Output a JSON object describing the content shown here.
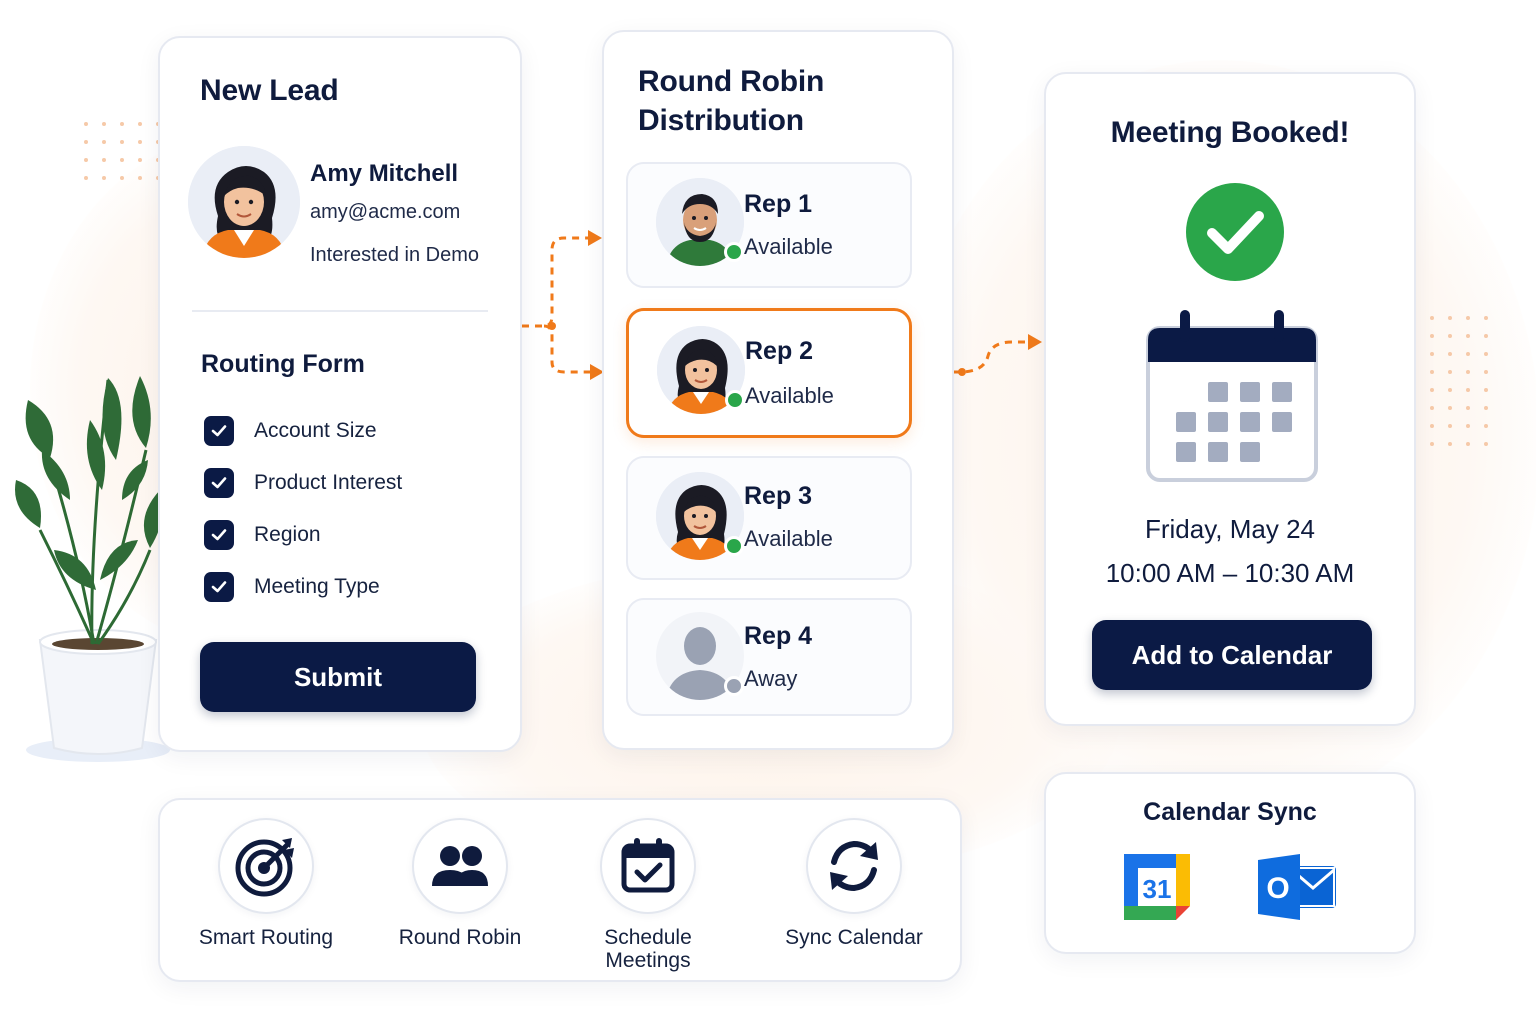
{
  "lead_card": {
    "title": "New Lead",
    "lead": {
      "name": "Amy Mitchell",
      "email": "amy@acme.com",
      "interest": "Interested in Demo"
    },
    "routing_form": {
      "title": "Routing Form",
      "fields": [
        {
          "label": "Account Size",
          "checked": true
        },
        {
          "label": "Product Interest",
          "checked": true
        },
        {
          "label": "Region",
          "checked": true
        },
        {
          "label": "Meeting Type",
          "checked": true
        }
      ]
    },
    "submit_label": "Submit"
  },
  "distribution": {
    "title_line1": "Round Robin",
    "title_line2": "Distribution",
    "reps": [
      {
        "name": "Rep 1",
        "status": "Available",
        "status_color": "#2aa64a",
        "selected": false
      },
      {
        "name": "Rep 2",
        "status": "Available",
        "status_color": "#2aa64a",
        "selected": true
      },
      {
        "name": "Rep 3",
        "status": "Available",
        "status_color": "#2aa64a",
        "selected": false
      },
      {
        "name": "Rep 4",
        "status": "Away",
        "status_color": "#9aa2b3",
        "selected": false
      }
    ]
  },
  "booking": {
    "title": "Meeting Booked!",
    "date": "Friday, May 24",
    "time": "10:00 AM – 10:30 AM",
    "add_label": "Add to Calendar",
    "check_icon": "check-circle-icon",
    "calendar_icon": "calendar-icon"
  },
  "features": [
    {
      "icon": "target-icon",
      "label": "Smart Routing"
    },
    {
      "icon": "users-icon",
      "label": "Round Robin"
    },
    {
      "icon": "calendar-check-icon",
      "label_line1": "Schedule",
      "label_line2": "Meetings"
    },
    {
      "icon": "sync-icon",
      "label": "Sync Calendar"
    }
  ],
  "calendar_sync": {
    "title": "Calendar Sync",
    "google_day": "31",
    "outlook_letter": "O"
  },
  "colors": {
    "navy": "#0b1a45",
    "accent_orange": "#f07a1a",
    "available_green": "#2aa64a",
    "away_gray": "#9aa2b3"
  }
}
